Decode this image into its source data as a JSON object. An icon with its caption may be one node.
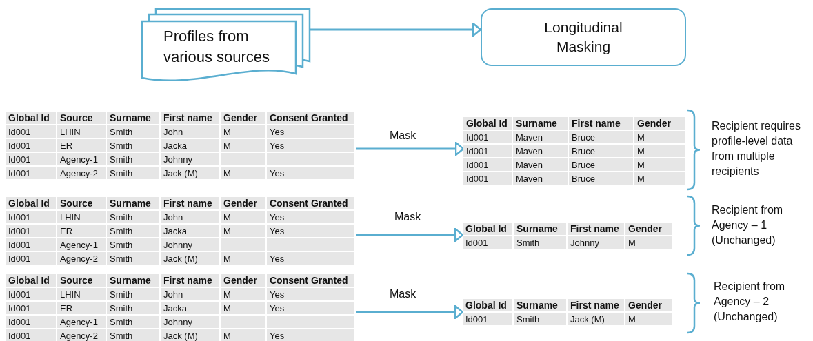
{
  "diagram": {
    "nodes": [
      {
        "text": [
          "Profiles from various sources"
        ]
      },
      {
        "text": [
          "Longitudinal Masking"
        ]
      },
      {
        "text": [
          "Global Id",
          "Source",
          "Surname",
          "First name",
          "Gender",
          "Consent Granted",
          "Id001",
          "LHIN",
          "Smith",
          "John",
          "M",
          "Yes",
          "Id001",
          "ER",
          "Smith",
          "Jacka",
          "M",
          "Yes",
          "Id001",
          "Agency-1",
          "Smith",
          "Johnny",
          "Id001",
          "Agency-2",
          "Smith",
          "Jack (M)",
          "M",
          "Yes"
        ]
      },
      {
        "text": [
          "Global Id",
          "Source",
          "Surname",
          "First name",
          "Gender",
          "Consent Granted",
          "Id001",
          "LHIN",
          "Smith",
          "John",
          "M",
          "Yes",
          "Id001",
          "ER",
          "Smith",
          "Jacka",
          "M",
          "Yes",
          "Id001",
          "Agency-1",
          "Smith",
          "Johnny",
          "Id001",
          "Agency-2",
          "Smith",
          "Jack (M)",
          "M",
          "Yes"
        ]
      },
      {
        "text": [
          "Global Id",
          "Source",
          "Surname",
          "First name",
          "Gender",
          "Consent Granted",
          "Id001",
          "LHIN",
          "Smith",
          "John",
          "M",
          "Yes",
          "Id001",
          "ER",
          "Smith",
          "Jacka",
          "M",
          "Yes",
          "Id001",
          "Agency-1",
          "Smith",
          "Johnny",
          "Id001",
          "Agency-2",
          "Smith",
          "Jack (M)",
          "M",
          "Yes"
        ]
      },
      {
        "text": [
          "Global Id",
          "Surname",
          "First name",
          "Gender",
          "Id001",
          "Maven",
          "Bruce",
          "M",
          "Id001",
          "Maven",
          "Bruce",
          "M",
          "Id001",
          "Maven",
          "Bruce",
          "M",
          "Id001",
          "Maven",
          "Bruce",
          "M"
        ],
        "beside": [
          "Recipient requires profile-level data from multiple recipients"
        ]
      },
      {
        "text": [
          "Global Id",
          "Surname",
          "First name",
          "Gender",
          "Id001",
          "Smith",
          "Johnny",
          "M"
        ],
        "beside": [
          "Recipient from Agency – 1 (Unchanged)"
        ]
      },
      {
        "text": [
          "Global Id",
          "Surname",
          "First name",
          "Gender",
          "Id001",
          "Smith",
          "Jack (M)",
          "M"
        ],
        "beside": [
          "Recipient from Agency – 2 (Unchanged)"
        ]
      }
    ],
    "edges": [
      {
        "from": 0,
        "to": 1,
        "arrow": "to"
      },
      {
        "from": 2,
        "to": 5,
        "arrow": "to",
        "label": "Mask"
      },
      {
        "from": 3,
        "to": 6,
        "arrow": "to",
        "label": "Mask"
      },
      {
        "from": 4,
        "to": 7,
        "arrow": "to",
        "label": "Mask"
      }
    ]
  }
}
